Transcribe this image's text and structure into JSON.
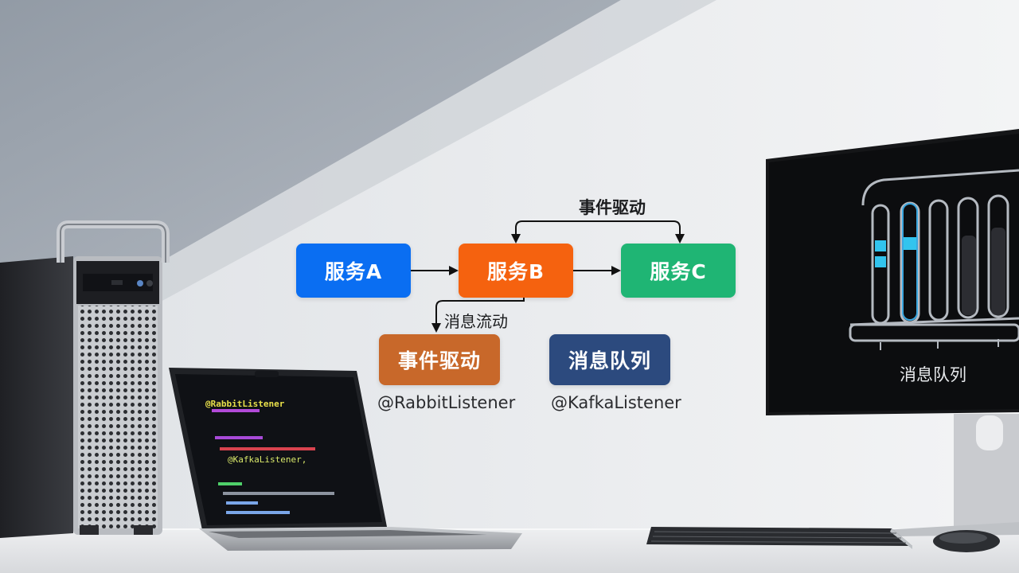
{
  "diagram": {
    "nodes": {
      "service_a": "服务A",
      "service_b": "服务B",
      "service_c": "服务C",
      "event_driven": "事件驱动",
      "message_queue": "消息队列"
    },
    "edge_labels": {
      "event_driven": "事件驱动",
      "message_flow": "消息流动"
    },
    "annotations": {
      "rabbit": "@RabbitListener",
      "kafka": "@KafkaListener"
    },
    "colors": {
      "service_a": "#0a6ef2",
      "service_b": "#f5620f",
      "service_c": "#1fb574",
      "event_driven": "#c8682a",
      "message_queue": "#2c4a7e"
    }
  },
  "monitor": {
    "caption": "消息队列"
  },
  "laptop": {
    "code_annotation": "@RabbitListener",
    "code_annotation_2": "@KafkaListener,"
  }
}
